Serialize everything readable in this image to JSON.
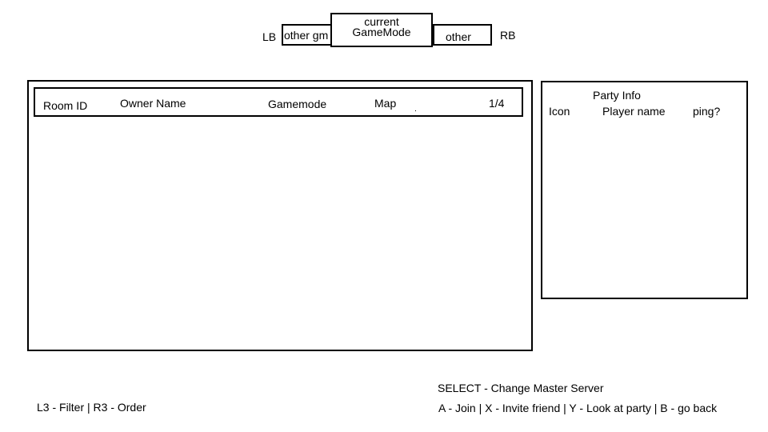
{
  "mode_selector": {
    "lb_label": "LB",
    "rb_label": "RB",
    "prev_label": "other gm",
    "current_line1": "current",
    "current_line2": "GameMode",
    "next_label": "other"
  },
  "room_list": {
    "columns": {
      "room_id": "Room ID",
      "owner_name": "Owner Name",
      "gamemode": "Gamemode",
      "map": "Map",
      "player_count": "1/4"
    }
  },
  "party": {
    "title": "Party Info",
    "columns": {
      "icon": "Icon",
      "player_name": "Player name",
      "ping": "ping?"
    }
  },
  "hints": {
    "left": "L3 - Filter | R3 - Order",
    "select": "SELECT - Change Master Server",
    "actions": "A - Join | X - Invite friend | Y - Look at party | B - go back"
  }
}
